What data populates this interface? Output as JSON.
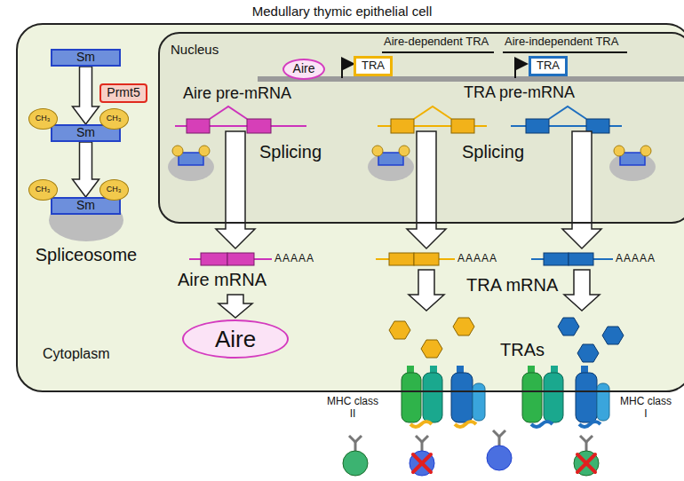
{
  "diagram": {
    "title": "Medullary thymic epithelial cell",
    "nodes": [
      {
        "text": [
          "Cytoplasm"
        ]
      },
      {
        "text": [
          "Nucleus"
        ],
        "in": 0
      },
      {
        "text": [
          "Sm"
        ],
        "in": 0
      },
      {
        "text": [
          "Prmt5"
        ],
        "in": 0
      },
      {
        "text": [
          "CH₃"
        ],
        "in": 0
      },
      {
        "text": [
          "CH₃"
        ],
        "in": 0
      },
      {
        "text": [
          "Sm"
        ],
        "in": 0
      },
      {
        "text": [
          "CH₃"
        ],
        "in": 0
      },
      {
        "text": [
          "CH₃"
        ],
        "in": 0
      },
      {
        "text": [
          "Spliceosome"
        ],
        "in": 0
      },
      {
        "text": [
          "Sm"
        ],
        "in": 9
      },
      {
        "text": [
          "Aire"
        ],
        "in": 1
      },
      {
        "text": [
          "TRA"
        ],
        "in": 1
      },
      {
        "text": [
          "TRA"
        ],
        "in": 1
      },
      {
        "text": [
          "Aire"
        ],
        "in": 0
      }
    ],
    "edges": [
      {
        "from": 2,
        "to": 6,
        "arrow": "to"
      },
      {
        "from": 6,
        "to": 10,
        "arrow": "to"
      }
    ],
    "labels": [
      "Aire-dependent TRA",
      "Aire-independent TRA",
      "Aire pre-mRNA",
      "TRA pre-mRNA",
      "Splicing",
      "Splicing",
      "AAAAA",
      "AAAAA",
      "AAAAA",
      "Aire mRNA",
      "TRA mRNA",
      "TRAs",
      "MHC class II",
      "MHC class I"
    ]
  }
}
